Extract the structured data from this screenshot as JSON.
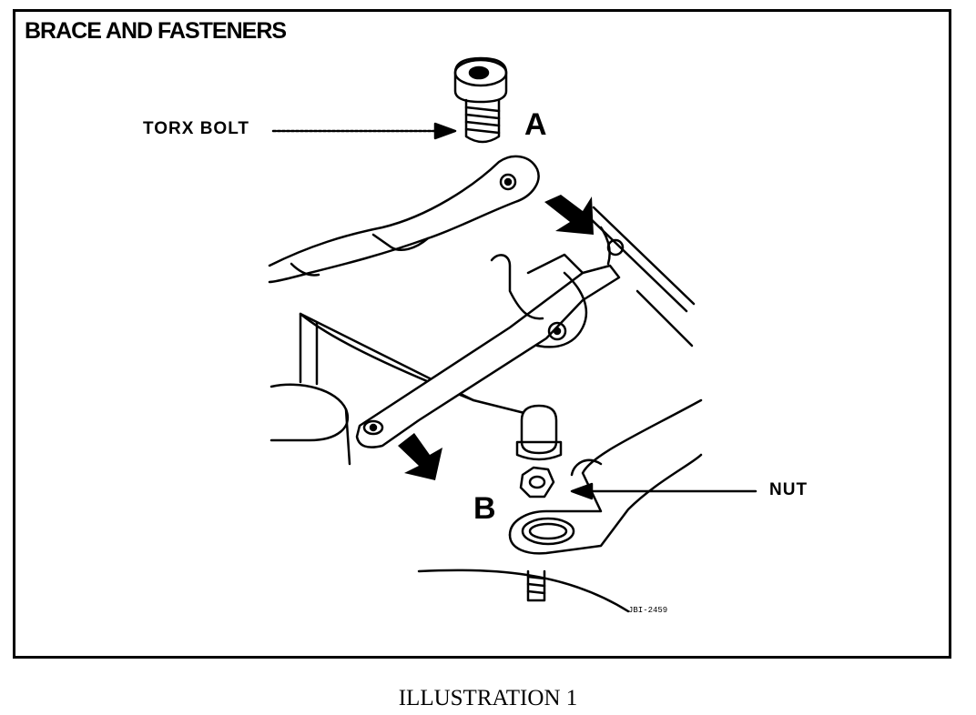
{
  "diagram": {
    "title": "BRACE AND FASTENERS",
    "labels": {
      "torx_bolt": "TORX BOLT",
      "fastener_a": "A",
      "fastener_b": "B",
      "nut": "NUT",
      "drawing_code": "JBI-2459"
    }
  },
  "caption": "ILLUSTRATION 1"
}
